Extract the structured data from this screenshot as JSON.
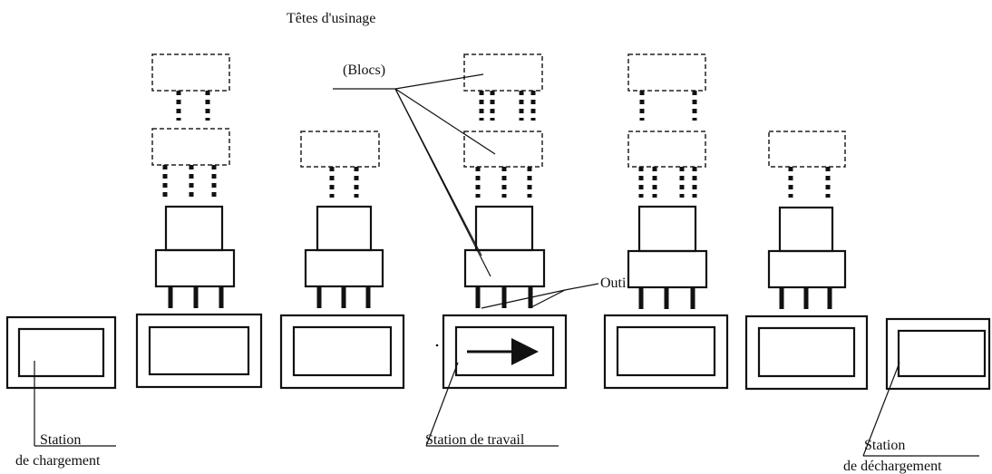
{
  "labels": {
    "heads_title": "Têtes d'usinage",
    "blocks": "(Blocs)",
    "tools": "Outi",
    "loading_line1": "Station",
    "loading_line2": "de chargement",
    "work_station": "Station de travail",
    "unloading_line1": "Station",
    "unloading_line2": "de déchargement"
  }
}
